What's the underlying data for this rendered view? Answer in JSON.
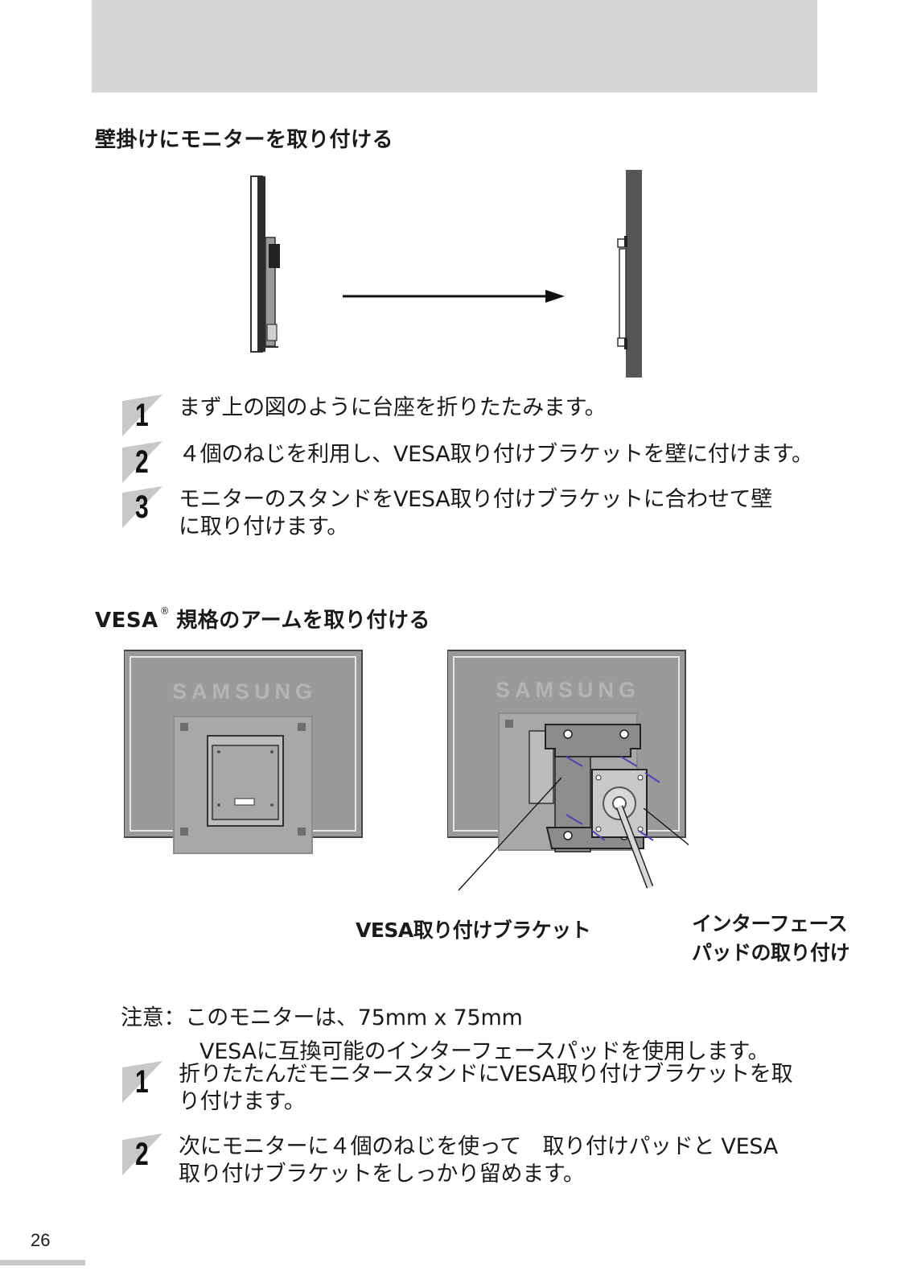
{
  "section_wall": {
    "title": "壁掛けにモニターを取り付ける",
    "steps": [
      {
        "num": "1",
        "text": "まず上の図のように台座を折りたたみます。"
      },
      {
        "num": "2",
        "text": "４個のねじを利用し、VESA取り付けブラケットを壁に付けます。"
      },
      {
        "num": "3",
        "text": "モニターのスタンドをVESA取り付けブラケットに合わせて壁\nに取り付けます。"
      }
    ]
  },
  "section_vesa": {
    "title": "規格のアームを取り付ける",
    "title_prefix": "VESA",
    "registered_mark": "®",
    "brand_logo": "SAMSUNG",
    "callout_bracket": "VESA取り付けブラケット",
    "callout_pad": "インターフェース\nパッドの取り付け",
    "note_line1": "注意：このモニターは、75mm x 75mm",
    "note_line2": "VESAに互換可能のインターフェースパッドを使用します。",
    "steps": [
      {
        "num": "1",
        "text": "折りたたんだモニタースタンドにVESA取り付けブラケットを取\nり付けます。"
      },
      {
        "num": "2",
        "text": "次にモニターに４個のねじを使って　取り付けパッドと VESA\n取り付けブラケットをしっかり留めます。"
      }
    ]
  },
  "footer": {
    "page_number": "26"
  },
  "colors": {
    "header_band": "#d6d6d6",
    "wall": "#555555",
    "monitor_back": "#9a9a9a",
    "screw_accent": "#5a3fb0"
  }
}
